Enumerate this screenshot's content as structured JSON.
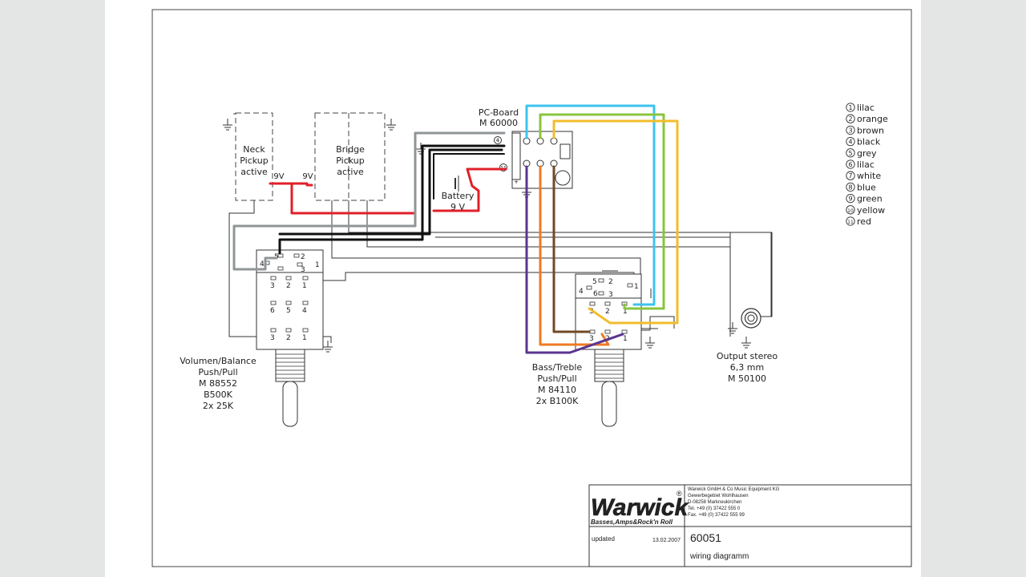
{
  "components": {
    "neck_pickup": {
      "line1": "Neck",
      "line2": "Pickup",
      "line3": "active",
      "volt": "9V"
    },
    "bridge_pickup": {
      "line1": "Bridge",
      "line2": "Pickup",
      "line3": "active",
      "volt": "9V"
    },
    "pc_board": {
      "line1": "PC-Board",
      "line2": "M 60000"
    },
    "battery": {
      "line1": "Battery",
      "line2": "9 V"
    },
    "volume_pot": {
      "line1": "Volumen/Balance",
      "line2": "Push/Pull",
      "line3": "M 88552",
      "line4": "B500K",
      "line5": "2x 25K",
      "pins_top": [
        "5",
        "2",
        "4",
        "1",
        "3"
      ],
      "pins_mid": [
        "3",
        "2",
        "1",
        "6",
        "5",
        "4"
      ],
      "pins_bot": [
        "3",
        "2",
        "1"
      ]
    },
    "tone_pot": {
      "line1": "Bass/Treble",
      "line2": "Push/Pull",
      "line3": "M 84110",
      "line4": "2x B100K",
      "pins_top": [
        "5",
        "2",
        "4",
        "1",
        "6",
        "3"
      ],
      "pins_mid": [
        "3",
        "2",
        "1"
      ],
      "pins_bot": [
        "3",
        "2",
        "1"
      ]
    },
    "output_jack": {
      "line1": "Output stereo",
      "line2": "6,3 mm",
      "line3": "M 50100"
    }
  },
  "legend": [
    {
      "num": "1",
      "color": "lilac"
    },
    {
      "num": "2",
      "color": "orange"
    },
    {
      "num": "3",
      "color": "brown"
    },
    {
      "num": "4",
      "color": "black"
    },
    {
      "num": "5",
      "color": "grey"
    },
    {
      "num": "6",
      "color": "lilac"
    },
    {
      "num": "7",
      "color": "white"
    },
    {
      "num": "8",
      "color": "blue"
    },
    {
      "num": "9",
      "color": "green"
    },
    {
      "num": "10",
      "color": "yellow"
    },
    {
      "num": "11",
      "color": "red"
    }
  ],
  "board_pins": [
    "4",
    "11"
  ],
  "title_block": {
    "brand": "Warwick",
    "trademark": "®",
    "slogan": "Basses,Amps&Rock'n Roll",
    "company": "Warwick GmbH & Co Music Equipment KG",
    "address1": "Gewerbegebiet Wohlhausen",
    "address2": "D-08258 Markneukirchen",
    "tel": "Tel. +49 (0) 37422 555 0",
    "fax": "Fax. +49 (0) 37422 555 99",
    "updated_label": "updated",
    "updated_date": "13.02.2007",
    "drawing_number": "60051",
    "drawing_title": "wiring diagramm"
  },
  "wire_colors": {
    "red": "#e0202a",
    "black": "#111111",
    "grey": "#8f9697",
    "blue": "#3ec3ee",
    "green": "#8ac43f",
    "yellow": "#f2bd2c",
    "orange": "#ee7a22",
    "brown": "#6f4a25",
    "lilac": "#5a3590"
  }
}
